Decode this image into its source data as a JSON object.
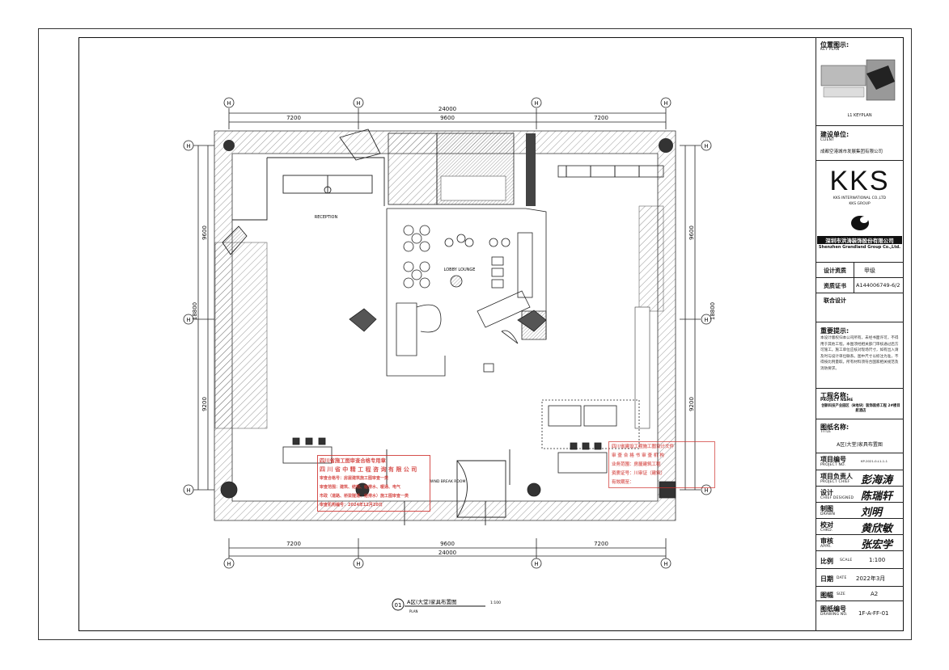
{
  "drawing": {
    "top_dims": [
      "7200",
      "9600",
      "7200"
    ],
    "top_total": "24000",
    "bottom_dims": [
      "7200",
      "9600",
      "7200"
    ],
    "bottom_total": "24000",
    "left_dims": [
      "9600",
      "9200"
    ],
    "left_total": "18800",
    "right_dims": [
      "9600",
      "9200"
    ],
    "right_total": "18800",
    "axis_bubble": "H",
    "room_labels": {
      "reception": "RECEPTION",
      "lobby_lounge": "LOBBY LOUNGE",
      "wind_break": "WIND BREAK ROOM"
    },
    "caption": {
      "number": "01",
      "title": "A区(大堂)家具布置图",
      "sub": "PLAN",
      "scale": "1:100"
    }
  },
  "stamps": {
    "left": {
      "lines": [
        "四川省施工图审查合格专用章",
        "四 川 省 中 精 工 程 咨 询 有 限 公 司",
        "审查合格号：房屋建筑施工图审查一类",
        "审查范围：建筑、结构、给排水、暖通、电气",
        "市政（道路、桥梁隧道、给排水）施工图审查一类",
        "审查机构编号：2024年12月20日"
      ]
    },
    "right": {
      "lines": [
        "四川省建设工程施工图设计文件",
        "审 查 合 格 书 审 查 机 构",
        "业务范围：房屋建筑工程",
        "资质证号：川审证（建筑）",
        "有效期至："
      ]
    }
  },
  "title_block": {
    "key_plan_label": "位置图示:",
    "key_plan_sub": "KEY PLAN",
    "key_plan_caption": "L1 KEYPLAN",
    "client_label": "建设单位:",
    "client_sub": "CLIENT",
    "client_name": "成都空港城市发展集团有限公司",
    "logo_text": "KKS",
    "logo_line1": "KKS INTERNATIONAL CO.,LTD",
    "logo_line2": "KKS GROUP",
    "company_cn": "深圳市洪涛装饰股份有限公司",
    "company_en": "Shenzhen Grandland Group Co.,Ltd.",
    "qual_label": "设计资质",
    "qual_value": "甲级",
    "cert_label": "资质证书",
    "cert_value": "A144006749-6/2",
    "joint_label": "联合设计",
    "notice_label": "重要提示:",
    "notice_text": "本设计版权归本公司所有，未经书面许可，不得用于其他工程。本图须经相关部门审核通过后方可施工。施工单位应核对现场尺寸，如有出入请及时与设计单位联系。图中尺寸以标注为准，不得按比例量取。所有材料须符合国家相关规范及消防要求。",
    "project_label": "工程名称:",
    "project_sub": "PROJECT NAME",
    "project_name": "创新科技产业园区（B地块）装饰装修工程 2#楼目航酒店",
    "title_label": "图纸名称:",
    "title_sub": "TITLE",
    "title_value": "A区(大堂)家具布置图",
    "project_no_label": "项目编号",
    "project_no_sub": "PROJECT NO.",
    "project_no_value": "KP-2021-0-L1-1-1",
    "chief_label": "项目负责人",
    "chief_sub": "PROJECT CHIEF",
    "chief_sig": "彭海涛",
    "designed_label": "设计",
    "designed_sub": "CHIEF DESIGNED",
    "designed_sig": "陈瑞轩",
    "drawn_label": "制图",
    "drawn_sub": "DRAWN",
    "drawn_sig": "刘明",
    "checked_label": "校对",
    "checked_sub": "CHKD.",
    "checked_sig": "黄欣敏",
    "approved_label": "审核",
    "approved_sub": "APPR.",
    "approved_sig": "张宏学",
    "scale_label": "比例",
    "scale_sub": "SCALE",
    "scale_value": "1:100",
    "date_label": "日期",
    "date_sub": "DATE",
    "date_value": "2022年3月",
    "size_label": "图幅",
    "size_sub": "SIZE",
    "size_value": "A2",
    "dwg_label": "图纸编号",
    "dwg_sub": "DRAWING NO.",
    "dwg_value": "1F-A-FF-01"
  }
}
